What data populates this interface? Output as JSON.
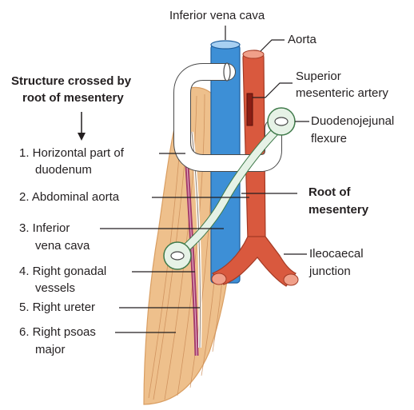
{
  "title_left": {
    "line1": "Structure crossed by",
    "line2": "root of mesentery",
    "arrow": "↓"
  },
  "left_labels": {
    "l1a": "1. Horizontal part of",
    "l1b": "duodenum",
    "l2": "2. Abdominal aorta",
    "l3a": "3. Inferior",
    "l3b": "vena cava",
    "l4a": "4. Right gonadal",
    "l4b": "vessels",
    "l5": "5. Right ureter",
    "l6a": "6. Right psoas",
    "l6b": "major"
  },
  "right_labels": {
    "ivc": "Inferior vena cava",
    "aorta": "Aorta",
    "sma_a": "Superior",
    "sma_b": "mesenteric artery",
    "djf_a": "Duodenojejunal",
    "djf_b": "flexure",
    "root_a": "Root of",
    "root_b": "mesentery",
    "ileo_a": "Ileocaecal",
    "ileo_b": "junction"
  },
  "colors": {
    "vena_cava": "#3d8fd6",
    "aorta": "#d9593e",
    "psoas": "#eec08c",
    "gonadal": "#a23a6a",
    "duodenum": "#ffffff",
    "mesentery": "#e6f2e6"
  }
}
